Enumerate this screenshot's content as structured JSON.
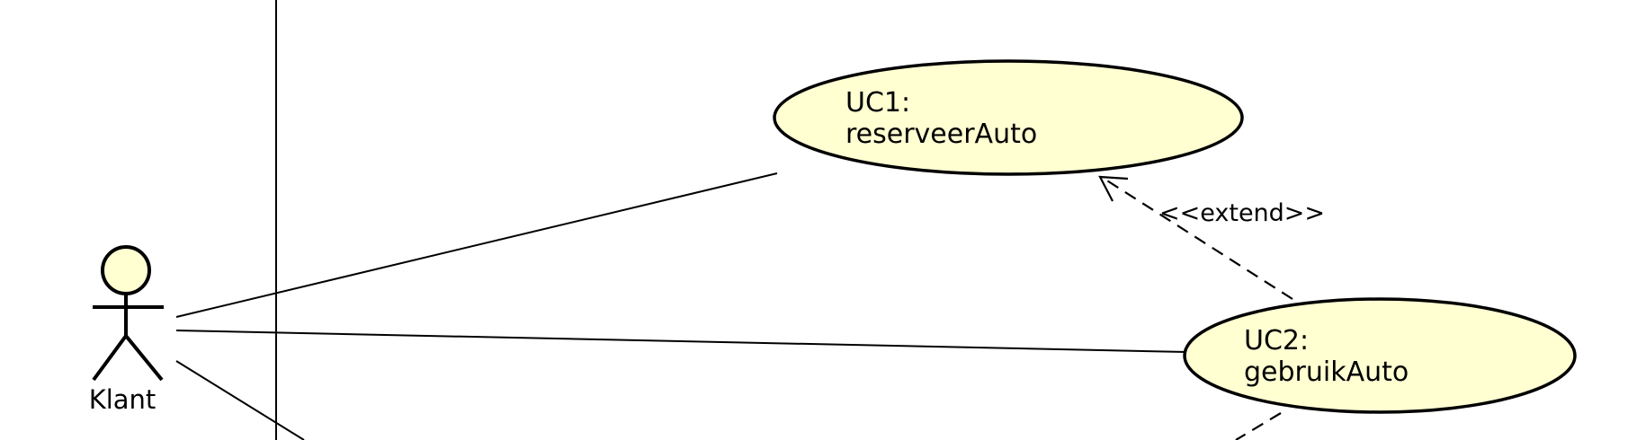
{
  "colors": {
    "usecase_fill": "#FFFFD2",
    "actor_fill": "#FFFFD2",
    "stroke": "#000000",
    "background": "#FFFFFF"
  },
  "actor": {
    "label": "Klant"
  },
  "use_cases": [
    {
      "id": "UC1:",
      "name": "reserveerAuto"
    },
    {
      "id": "UC2:",
      "name": "gebruikAuto"
    }
  ],
  "relations": [
    {
      "from": "Klant",
      "to": "reserveerAuto",
      "kind": "association"
    },
    {
      "from": "Klant",
      "to": "gebruikAuto",
      "kind": "association"
    },
    {
      "from": "gebruikAuto",
      "to": "reserveerAuto",
      "kind": "extend",
      "label": "<<extend>>"
    }
  ]
}
